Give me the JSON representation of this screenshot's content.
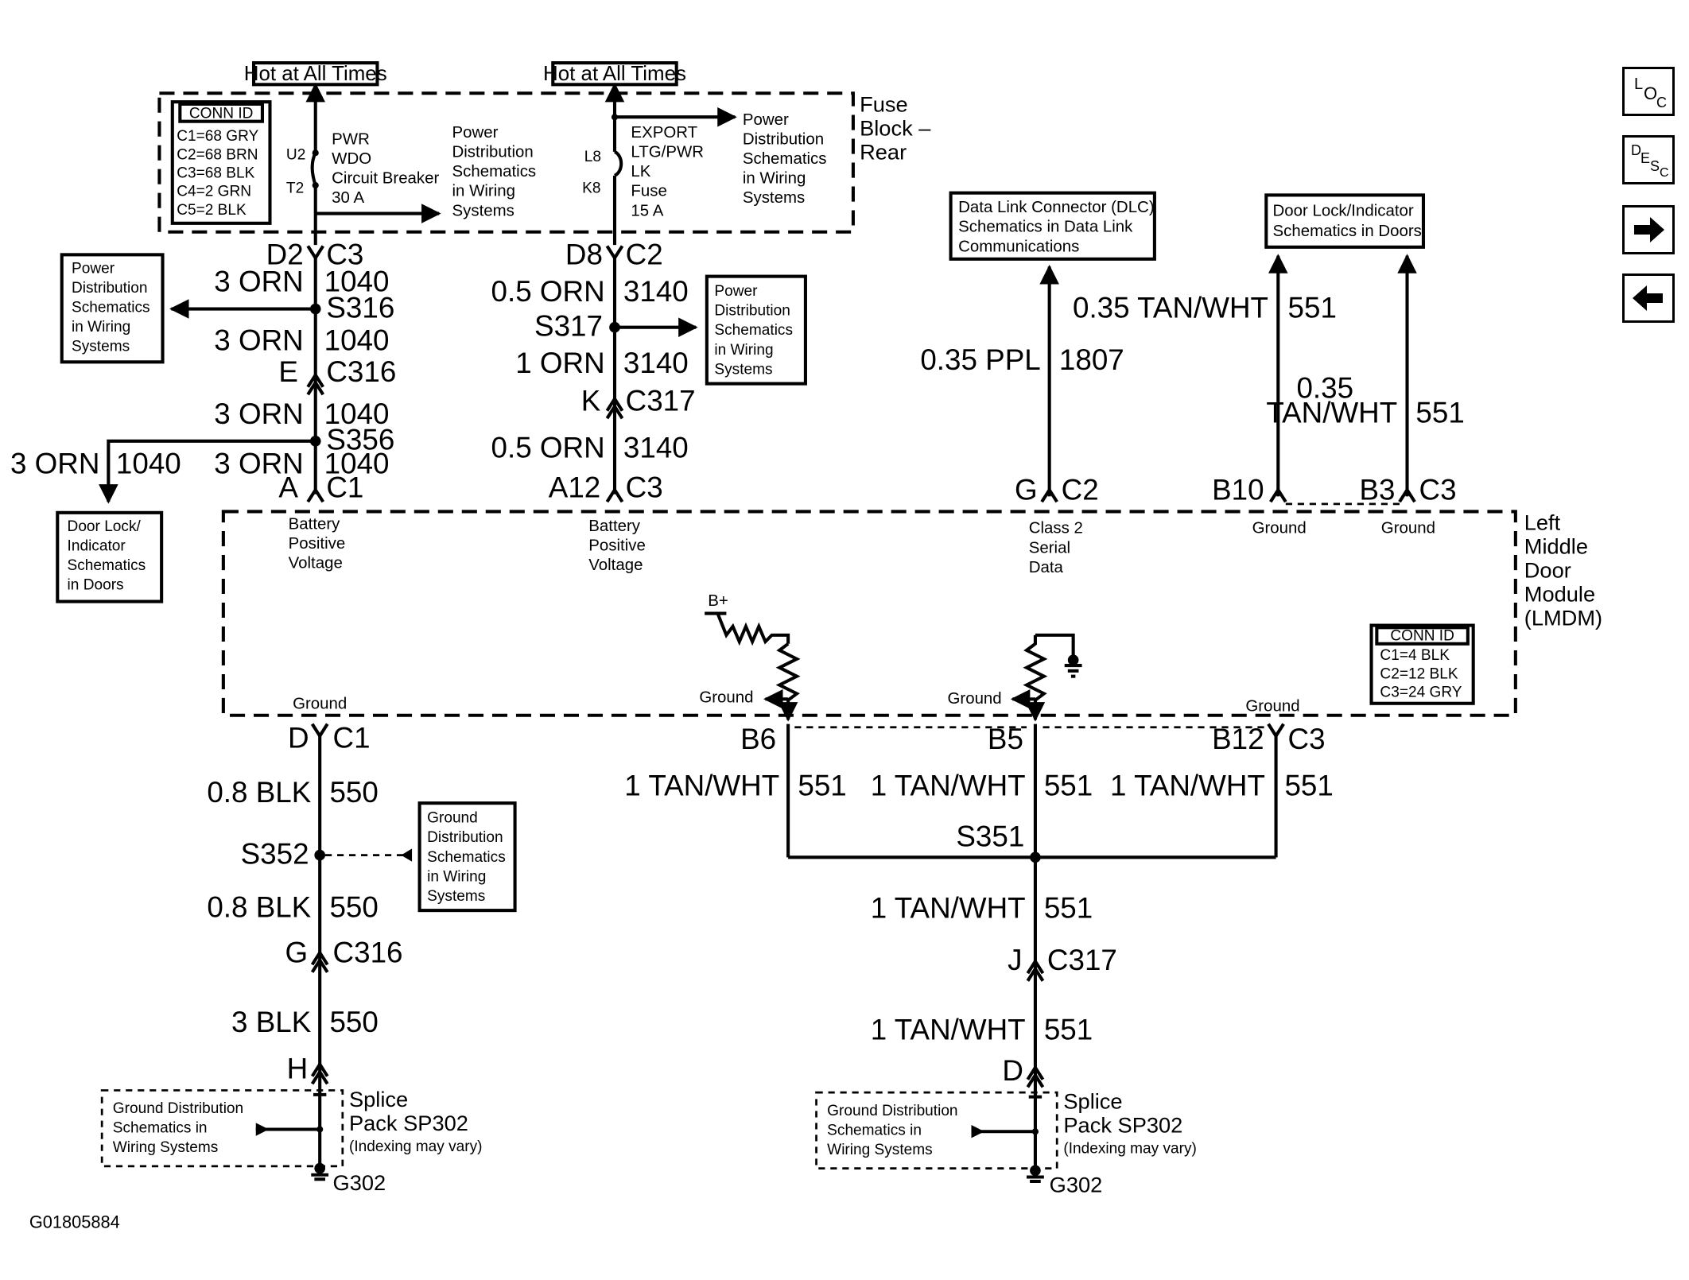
{
  "nav": {
    "loc_L": "L",
    "loc_O": "O",
    "loc_C": "C",
    "desc_D": "D",
    "desc_E": "E",
    "desc_S": "S",
    "desc_C": "C",
    "next_icon": "arrow-right-icon",
    "prev_icon": "arrow-left-icon"
  },
  "hot1": "Hot at All Times",
  "hot2": "Hot at All Times",
  "connid_top": {
    "title": "CONN ID",
    "l1": "C1=68 GRY",
    "l2": "C2=68 BRN",
    "l3": "C3=68 BLK",
    "l4": "C4=2 GRN",
    "l5": "C5=2 BLK"
  },
  "fuse_block": {
    "l1": "Fuse",
    "l2": "Block –",
    "l3": "Rear"
  },
  "cb": {
    "pin_u2": "U2",
    "pin_t2": "T2",
    "l1": "PWR",
    "l2": "WDO",
    "l3": "Circuit Breaker",
    "l4": "30 A"
  },
  "pd1": {
    "l1": "Power",
    "l2": "Distribution",
    "l3": "Schematics",
    "l4": "in Wiring",
    "l5": "Systems"
  },
  "fuse": {
    "pin_l8": "L8",
    "pin_k8": "K8",
    "l1": "EXPORT",
    "l2": "LTG/PWR",
    "l3": "LK",
    "l4": "Fuse",
    "l5": "15 A"
  },
  "pd2": {
    "l1": "Power",
    "l2": "Distribution",
    "l3": "Schematics",
    "l4": "in Wiring",
    "l5": "Systems"
  },
  "pd3": {
    "l1": "Power",
    "l2": "Distribution",
    "l3": "Schematics",
    "l4": "in Wiring",
    "l5": "Systems"
  },
  "pd4": {
    "l1": "Power",
    "l2": "Distribution",
    "l3": "Schematics",
    "l4": "in Wiring",
    "l5": "Systems"
  },
  "dl_left": {
    "l1": "Door Lock/",
    "l2": "Indicator",
    "l3": "Schematics",
    "l4": "in Doors"
  },
  "col1": {
    "d2": "D2",
    "c3": "C3",
    "w1": "3 ORN",
    "c1": "1040",
    "s316": "S316",
    "w2": "3 ORN",
    "c2": "1040",
    "e": "E",
    "c316": "C316",
    "w3": "3 ORN",
    "c3n": "1040",
    "s356": "S356",
    "wl": "3 ORN",
    "cl": "1040",
    "w4": "3 ORN",
    "c4": "1040",
    "a": "A",
    "conn": "C1",
    "bpv1": "Battery",
    "bpv2": "Positive",
    "bpv3": "Voltage"
  },
  "col2": {
    "d8": "D8",
    "c2": "C2",
    "w1": "0.5 ORN",
    "c1": "3140",
    "s317": "S317",
    "w2": "1 ORN",
    "c2n": "3140",
    "k": "K",
    "c317": "C317",
    "w3": "0.5 ORN",
    "c3": "3140",
    "a12": "A12",
    "conn": "C3",
    "bpv1": "Battery",
    "bpv2": "Positive",
    "bpv3": "Voltage"
  },
  "dlc": {
    "l1": "Data Link Connector (DLC)",
    "l2": "Schematics in Data Link",
    "l3": "Communications",
    "w": "0.35 PPL",
    "c": "1807",
    "g": "G",
    "conn": "C2",
    "s1": "Class 2",
    "s2": "Serial",
    "s3": "Data"
  },
  "dl_right": {
    "l1": "Door Lock/Indicator",
    "l2": "Schematics in Doors",
    "w1": "0.35 TAN/WHT",
    "c1": "551",
    "w2a": "0.35",
    "w2b": "TAN/WHT",
    "c2": "551",
    "b10": "B10",
    "b3": "B3",
    "conn": "C3",
    "g1": "Ground",
    "g2": "Ground"
  },
  "lmdm": {
    "l1": "Left",
    "l2": "Middle",
    "l3": "Door",
    "l4": "Module",
    "l5": "(LMDM)"
  },
  "connid_mod": {
    "title": "CONN ID",
    "l1": "C1=4 BLK",
    "l2": "C2=12 BLK",
    "l3": "C3=24 GRY"
  },
  "mod_int": {
    "bplus": "B+",
    "gnd1": "Ground",
    "gnd2": "Ground",
    "gnd_left": "Ground",
    "gnd_right": "Ground"
  },
  "gcol": {
    "d": "D",
    "conn": "C1",
    "w1": "0.8 BLK",
    "c1": "550",
    "s352": "S352",
    "w2": "0.8 BLK",
    "c2": "550",
    "g": "G",
    "c316": "C316",
    "w3": "3 BLK",
    "c3": "550",
    "h": "H",
    "sp1": "Splice",
    "sp2": "Pack SP302",
    "sp3": "(Indexing may vary)",
    "g302": "G302",
    "gd1": "Ground Distribution",
    "gd2": "Schematics in",
    "gd3": "Wiring Systems"
  },
  "gdist": {
    "l1": "Ground",
    "l2": "Distribution",
    "l3": "Schematics",
    "l4": "in Wiring",
    "l5": "Systems"
  },
  "tcol": {
    "b6": "B6",
    "b5": "B5",
    "b12": "B12",
    "conn": "C3",
    "w_b6": "1 TAN/WHT",
    "c_b6": "551",
    "w_b5": "1 TAN/WHT",
    "c_b5": "551",
    "w_b12": "1 TAN/WHT",
    "c_b12": "551",
    "s351": "S351",
    "w1": "1 TAN/WHT",
    "c1": "551",
    "j": "J",
    "c317": "C317",
    "w2": "1 TAN/WHT",
    "c2": "551",
    "d": "D",
    "sp1": "Splice",
    "sp2": "Pack SP302",
    "sp3": "(Indexing may vary)",
    "g302": "G302",
    "gd1": "Ground Distribution",
    "gd2": "Schematics in",
    "gd3": "Wiring Systems"
  },
  "figure_id": "G01805884"
}
